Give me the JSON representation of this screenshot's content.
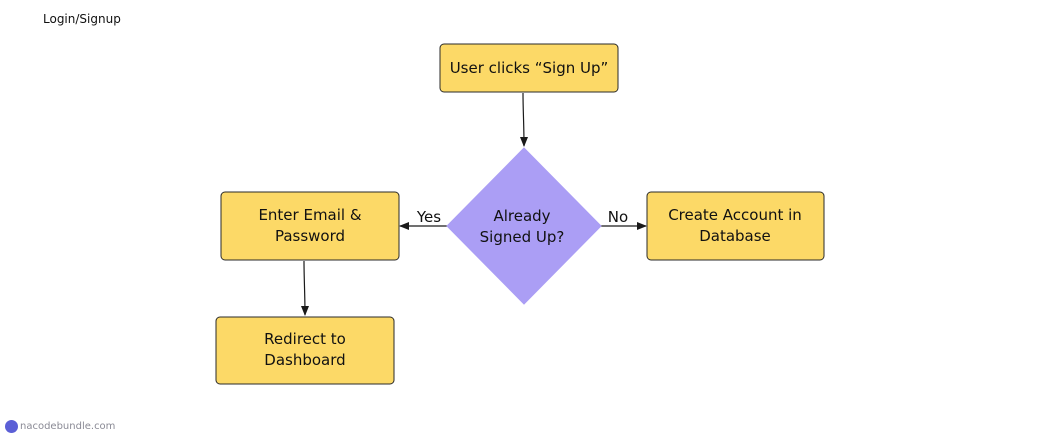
{
  "page_title": "Login/Signup",
  "nodes": {
    "start": {
      "lines": [
        "User clicks “Sign Up”"
      ]
    },
    "decision": {
      "lines": [
        "Already",
        "Signed Up?"
      ]
    },
    "enter_credentials": {
      "lines": [
        "Enter Email &",
        "Password"
      ]
    },
    "create_account": {
      "lines": [
        "Create Account in",
        "Database"
      ]
    },
    "redirect": {
      "lines": [
        "Redirect to",
        "Dashboard"
      ]
    }
  },
  "edges": {
    "yes_label": "Yes",
    "no_label": "No"
  },
  "watermark": {
    "text": "nacodebundle.com"
  },
  "colors": {
    "process_fill": "#fcd967",
    "decision_fill": "#ab9ef5",
    "stroke": "#2a2a2a"
  }
}
